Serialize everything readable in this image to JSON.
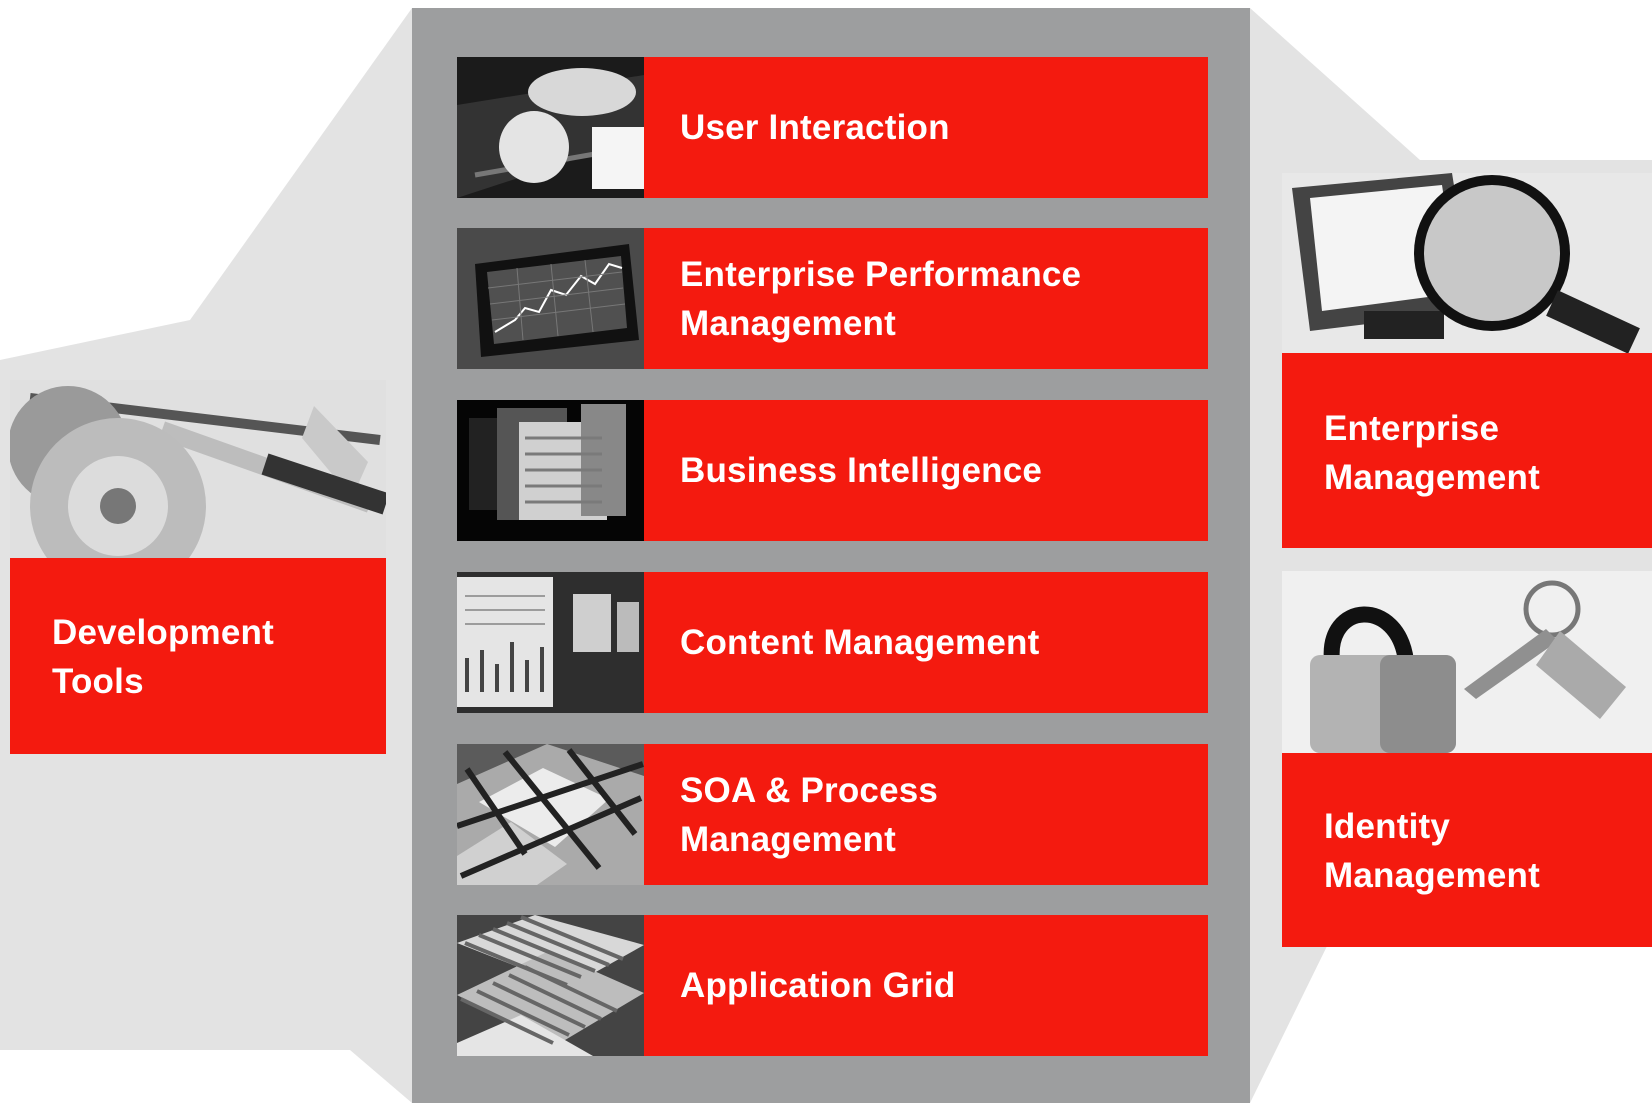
{
  "center_column": {
    "items": [
      {
        "label_line1": "User Interaction",
        "label_line2": "",
        "photo": "hands-on-keyboard"
      },
      {
        "label_line1": "Enterprise Performance",
        "label_line2": "Management",
        "photo": "monitor-line-graph"
      },
      {
        "label_line1": "Business Intelligence",
        "label_line2": "",
        "photo": "glowing-data-screens"
      },
      {
        "label_line1": "Content Management",
        "label_line2": "",
        "photo": "content-screens"
      },
      {
        "label_line1": "SOA & Process",
        "label_line2": "Management",
        "photo": "tiled-pathway"
      },
      {
        "label_line1": "Application Grid",
        "label_line2": "",
        "photo": "server-pin-grid"
      }
    ]
  },
  "left_card": {
    "label_line1": "Development",
    "label_line2": "Tools",
    "photo": "gears-wrench-hammer"
  },
  "right_cards": [
    {
      "label_line1": "Enterprise",
      "label_line2": "Management",
      "photo": "magnifier-monitor"
    },
    {
      "label_line1": "Identity",
      "label_line2": "Management",
      "photo": "padlock-keys"
    }
  ],
  "colors": {
    "accent_red": "#f41a0f",
    "column_gray": "#9d9e9f",
    "background_shape": "#e3e3e3"
  }
}
